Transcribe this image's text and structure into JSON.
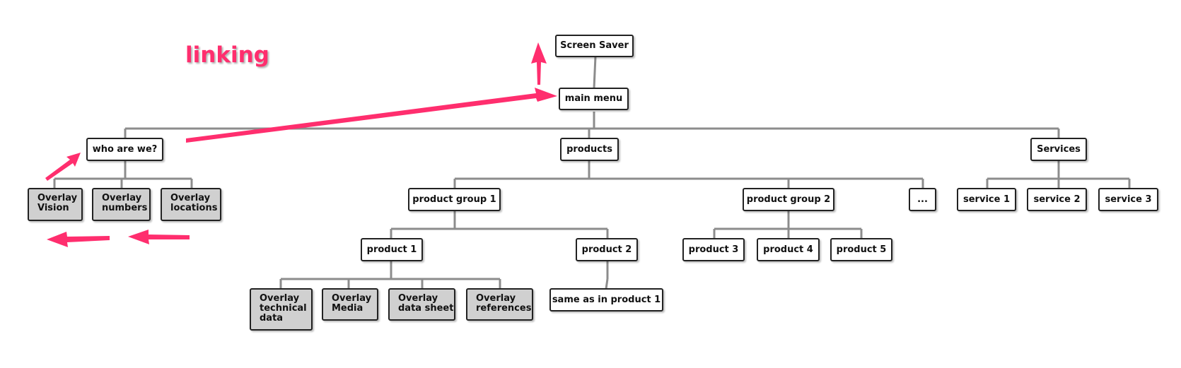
{
  "annotation": {
    "label": "linking",
    "color": "#ff2e6e"
  },
  "nodes": {
    "screen_saver": "Screen Saver",
    "main_menu": "main menu",
    "who_are_we": "who are we?",
    "products": "products",
    "services": "Services",
    "overlay_vision": "Overlay\nVision",
    "overlay_numbers": "Overlay\nnumbers",
    "overlay_locations": "Overlay\nlocations",
    "product_group_1": "product group 1",
    "product_group_2": "product group 2",
    "ellipsis": "...",
    "service_1": "service 1",
    "service_2": "service 2",
    "service_3": "service 3",
    "product_1": "product 1",
    "product_2": "product 2",
    "product_3": "product 3",
    "product_4": "product 4",
    "product_5": "product 5",
    "overlay_technical_data": "Overlay\ntechnical\ndata",
    "overlay_media": "Overlay\nMedia",
    "overlay_data_sheet": "Overlay\ndata sheet",
    "overlay_references": "Overlay\nreferences",
    "same_as_product_1": "same as in product 1"
  },
  "colors": {
    "connector": "#8c8c8c",
    "overlay_fill": "#d0d0d0",
    "arrow": "#ff2e6e"
  }
}
